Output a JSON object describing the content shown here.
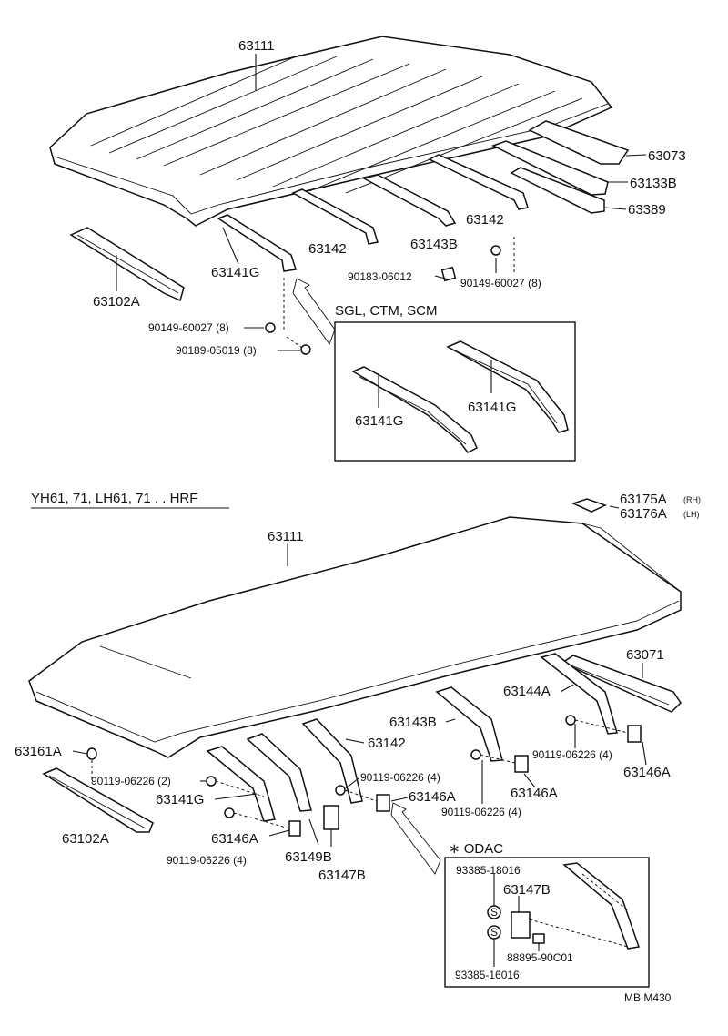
{
  "labels": {
    "top_roof": "63111",
    "top_63073": "63073",
    "top_63133b": "63133B",
    "top_63389": "63389",
    "top_63142_a": "63142",
    "top_63142_b": "63142",
    "top_63143b": "63143B",
    "top_63141g": "63141G",
    "top_63102a": "63102A",
    "top_90183": "90183-06012",
    "top_90149_r": "90149-60027 (8)",
    "top_90149_l": "90149-60027 (8)",
    "top_90189": "90189-05019 (8)",
    "inset_title": "SGL, CTM, SCM",
    "inset_63141g_a": "63141G",
    "inset_63141g_b": "63141G",
    "section_title": "YH61, 71, LH61, 71 . . HRF",
    "b_63175a": "63175A",
    "b_63175a_suffix": "(RH)",
    "b_63176a": "63176A",
    "b_63176a_suffix": "(LH)",
    "b_roof": "63111",
    "b_63071": "63071",
    "b_63144a": "63144A",
    "b_63143b": "63143B",
    "b_63142": "63142",
    "b_63161a": "63161A",
    "b_90119_2": "90119-06226 (2)",
    "b_63141g": "63141G",
    "b_63102a": "63102A",
    "b_63146a_l": "63146A",
    "b_90119_4_l": "90119-06226 (4)",
    "b_63149b": "63149B",
    "b_63147b": "63147B",
    "b_90119_4_m": "90119-06226 (4)",
    "b_63146a_m": "63146A",
    "b_90119_4_c": "90119-06226 (4)",
    "b_63146a_c": "63146A",
    "b_90119_4_r": "90119-06226 (4)",
    "b_63146a_r": "63146A",
    "odac_title": "∗ ODAC",
    "odac_93385_18016": "93385-18016",
    "odac_63147b": "63147B",
    "odac_88895": "88895-90C01",
    "odac_93385_16016": "93385-16016",
    "odac_s_glyph": "S",
    "footer_code": "MB  M430"
  }
}
